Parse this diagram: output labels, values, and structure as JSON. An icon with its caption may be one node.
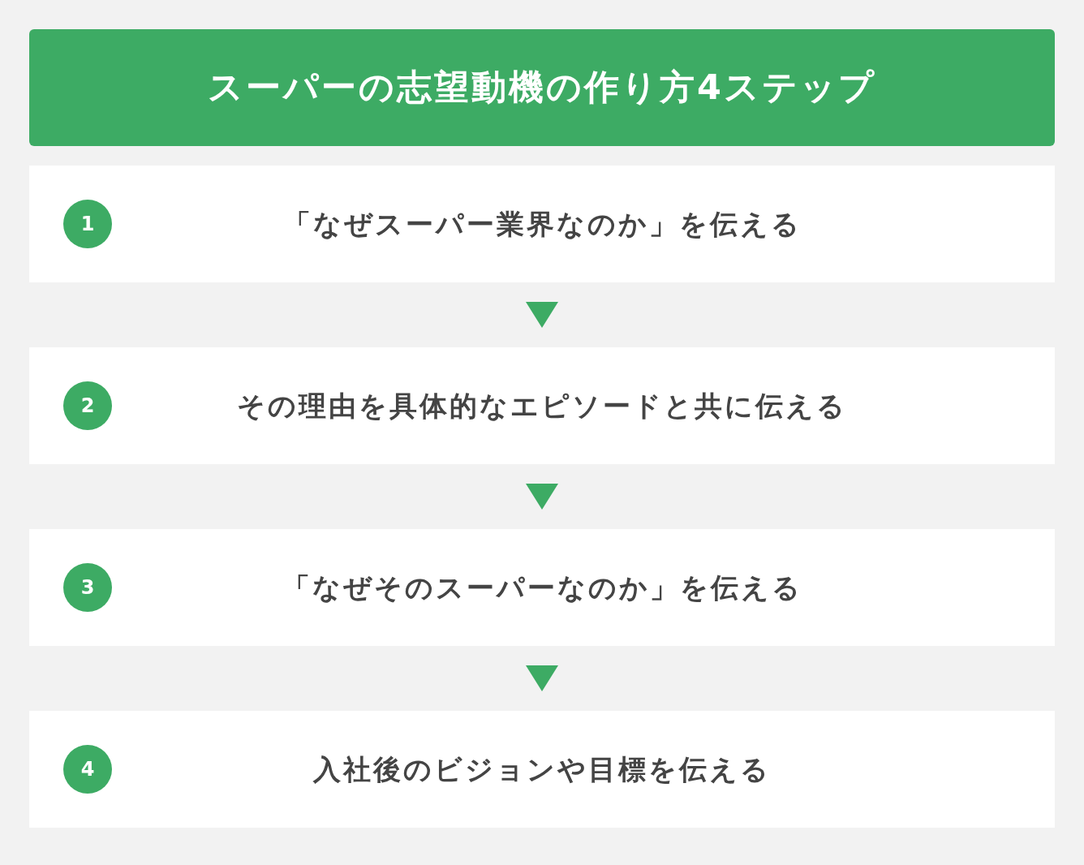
{
  "diagram": {
    "title": "スーパーの志望動機の作り方4ステップ",
    "nodes": [
      {
        "text": [
          "「なぜスーパー業界なのか」を伝える"
        ]
      },
      {
        "text": [
          "1"
        ],
        "in": 0
      },
      {
        "text": [
          "その理由を具体的なエピソードと共に伝える"
        ]
      },
      {
        "text": [
          "2"
        ],
        "in": 2
      },
      {
        "text": [
          "「なぜそのスーパーなのか」を伝える"
        ]
      },
      {
        "text": [
          "3"
        ],
        "in": 4
      },
      {
        "text": [
          "入社後のビジョンや目標を伝える"
        ]
      },
      {
        "text": [
          "4"
        ],
        "in": 6
      }
    ],
    "edges": [
      {
        "from": 0,
        "to": 2,
        "arrow": "to"
      },
      {
        "from": 2,
        "to": 4,
        "arrow": "to"
      },
      {
        "from": 4,
        "to": 6,
        "arrow": "to"
      }
    ]
  }
}
